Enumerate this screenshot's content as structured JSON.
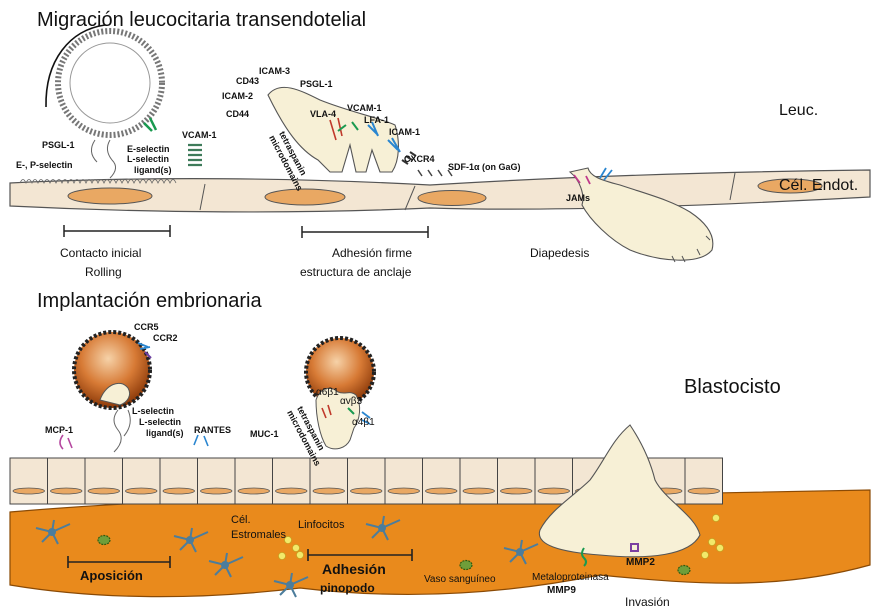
{
  "titles": {
    "top": "Migración leucocitaria transendotelial",
    "bottom": "Implantación embrionaria"
  },
  "side_labels": {
    "leuc": "Leuc.",
    "cel_endot": "Cél. Endot.",
    "blastocisto": "Blastocisto"
  },
  "top_stages": {
    "contacto": "Contacto inicial",
    "rolling": "Rolling",
    "adhesion_firme": "Adhesión firme",
    "estructura": "estructura de anclaje",
    "diapedesis": "Diapedesis"
  },
  "top_molecules": {
    "psgl1_left": "PSGL-1",
    "e_p_selectin": "E-, P-selectin",
    "e_selectin": "E-selectin",
    "l_selectin": "L-selectin",
    "ligands": "ligand(s)",
    "vcam1_left": "VCAM-1",
    "icam3": "ICAM-3",
    "cd43": "CD43",
    "psgl1_mid": "PSGL-1",
    "icam2": "ICAM-2",
    "cd44": "CD44",
    "vla4": "VLA-4",
    "vcam1_mid": "VCAM-1",
    "lfa1": "LFA-1",
    "icam1": "ICAM-1",
    "tetraspanin": "tetraspanin",
    "microdomains": "microdomains",
    "cxcr4": "CXCR4",
    "sdf1": "SDF-1α (on GaG)",
    "jams": "JAMs"
  },
  "bottom_molecules": {
    "ccr5": "CCR5",
    "ccr2": "CCR2",
    "mcp1": "MCP-1",
    "l_selectin_1": "L-selectin",
    "l_selectin_2": "L-selectin",
    "ligands": "ligand(s)",
    "rantes": "RANTES",
    "muc1": "MUC-1",
    "a6b1": "α6β1",
    "avb3": "αvβ3",
    "a4b1": "α4β1",
    "tetraspanin": "tetraspanin",
    "microdomains": "microdomains"
  },
  "bottom_stages": {
    "cel": "Cél.",
    "estromales": "Estromales",
    "linfocitos": "Linfocitos",
    "aposicion": "Aposición",
    "adhesion": "Adhesión",
    "pinopodo": "pinopodo",
    "vaso": "Vaso sanguíneo",
    "metalo": "Metaloproteinasa",
    "mmp9": "MMP9",
    "mmp2": "MMP2",
    "invasion": "Invasión"
  },
  "colors": {
    "endothelium": "#f3e6d3",
    "nucleus": "#e9a863",
    "stroma": "#e98a1c",
    "blastocyst_dark": "#c55a14",
    "trophoblast": "#f7f0d6",
    "lymphocyte": "#f2e96a",
    "vessel": "#6f9e3a",
    "stromal_cell": "#4c7d9c"
  }
}
